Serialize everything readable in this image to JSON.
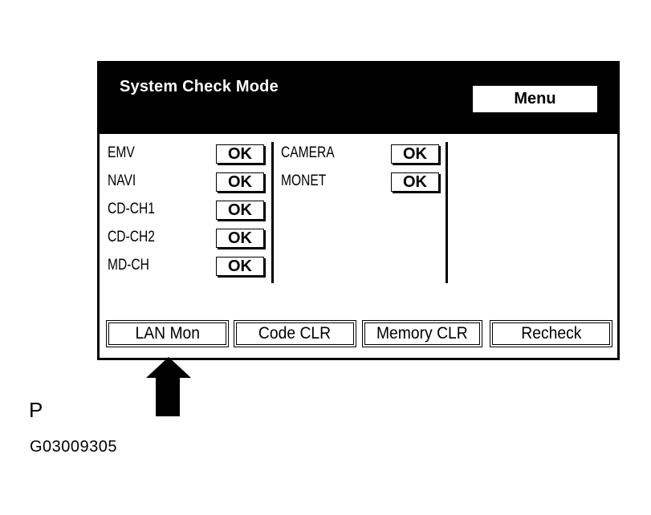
{
  "header": {
    "title": "System Check Mode",
    "menu_label": "Menu"
  },
  "checks_left": [
    {
      "name": "EMV",
      "status": "OK"
    },
    {
      "name": "NAVI",
      "status": "OK"
    },
    {
      "name": "CD-CH1",
      "status": "OK"
    },
    {
      "name": "CD-CH2",
      "status": "OK"
    },
    {
      "name": "MD-CH",
      "status": "OK"
    }
  ],
  "checks_middle": [
    {
      "name": "CAMERA",
      "status": "OK"
    },
    {
      "name": "MONET",
      "status": "OK"
    }
  ],
  "buttons": {
    "lan_mon": "LAN Mon",
    "code_clr": "Code CLR",
    "memory_clr": "Memory CLR",
    "recheck": "Recheck"
  },
  "annotation": {
    "label": "P",
    "figure_id": "G03009305"
  }
}
